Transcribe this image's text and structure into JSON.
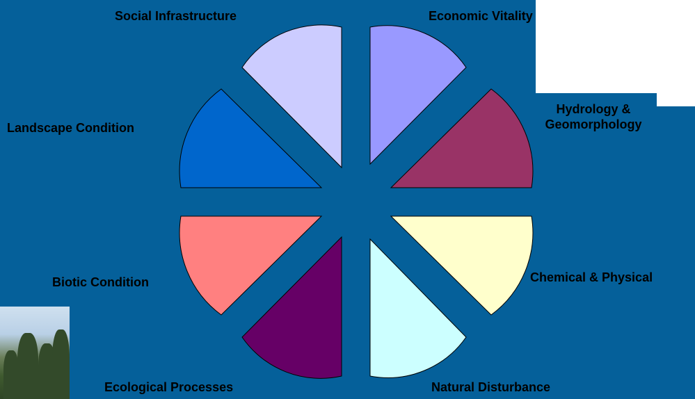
{
  "diagram": {
    "segments": [
      {
        "id": "economic-vitality",
        "label": "Economic Vitality",
        "color": "#9999ff"
      },
      {
        "id": "hydrology",
        "label": "Hydrology &\nGeomorphology",
        "label_line1": "Hydrology &",
        "label_line2": "Geomorphology",
        "color": "#993366"
      },
      {
        "id": "chemical-physical",
        "label": "Chemical & Physical",
        "color": "#ffffcc"
      },
      {
        "id": "natural-disturbance",
        "label": "Natural Disturbance",
        "color": "#ccffff"
      },
      {
        "id": "ecological-processes",
        "label": "Ecological Processes",
        "color": "#660066"
      },
      {
        "id": "biotic-condition",
        "label": "Biotic Condition",
        "color": "#ff8080"
      },
      {
        "id": "landscape-condition",
        "label": "Landscape Condition",
        "color": "#0066cc"
      },
      {
        "id": "social-infrastructure",
        "label": "Social Infrastructure",
        "color": "#ccccff"
      }
    ]
  },
  "colors": {
    "background": "#05609a",
    "outline": "#000000"
  }
}
